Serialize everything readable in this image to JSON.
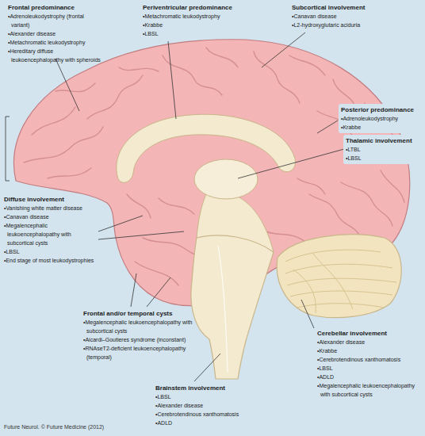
{
  "diagram": {
    "labels": [
      "Frontal predominance",
      "•Adrenoleukodystrophy (frontal variant)",
      "•Alexander disease",
      "•Metachromatic leukodystrophy",
      "•Hereditary diffuse leukoencephalopathy with spheroids",
      "Periventricular predominance",
      "•Metachromatic leukodystrophy",
      "•Krabbe",
      "•LBSL",
      "Subcortical involvement",
      "•Canavan disease",
      "•L2-hydroxyglutaric aciduria",
      "Posterior predominance",
      "•Adrenoleukodystrophy",
      "•Krabbe",
      "Thalamic involvement",
      "•LTBL",
      "•LBSL",
      "Diffuse involvement",
      "•Vanishing white matter disease",
      "•Canavan disease",
      "•Megalencephalic leukoencephalopathy with subcortical cysts",
      "•LBSL",
      "•End stage of most leukodystrophies",
      "Frontal and/or temporal cysts",
      "•Megalencephalic leukoencephalopathy with subcortical cysts",
      "•Aicardi–Goutieres syndrome (inconstant)",
      "•RNAseT2-deficient leukoencephalopathy (temporal)",
      "Cerebellar involvement",
      "•Alexander disease",
      "•Krabbe",
      "•Cerebrotendinous xanthomatosis",
      "•LBSL",
      "•ADLD",
      "•Megalencephalic leukoencephalopathy with subcortical cysts",
      "Brainstem involvement",
      "•LBSL",
      "•Alexander disease",
      "•Cerebrotendinous xanthomatosis",
      "•ADLD",
      "Future Neurol. © Future Medicine (2012)"
    ]
  }
}
